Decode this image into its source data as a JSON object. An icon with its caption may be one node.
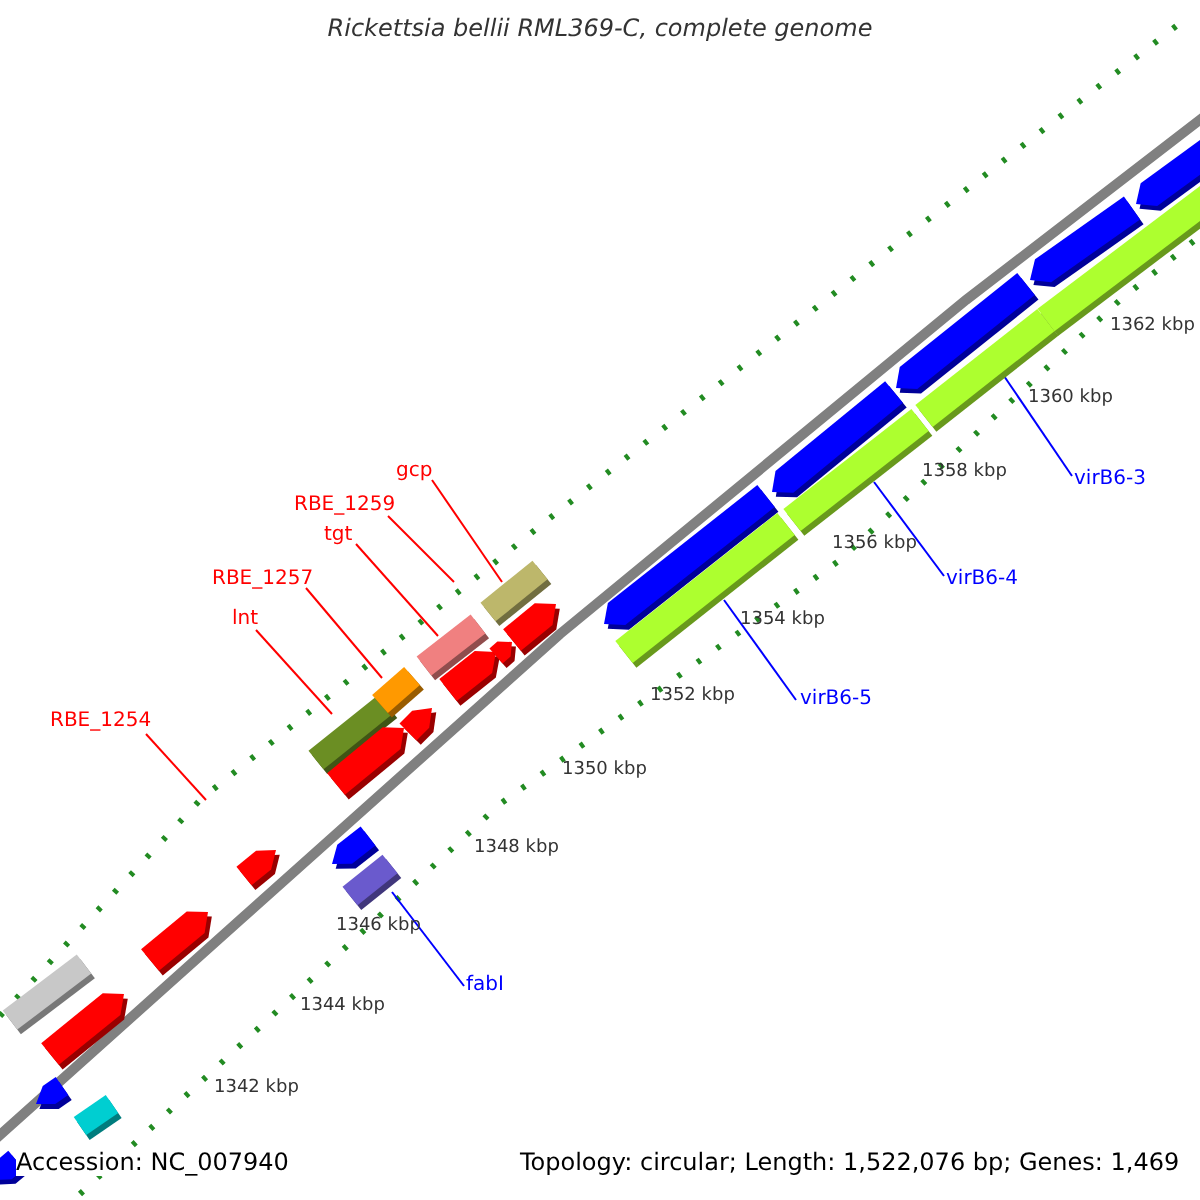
{
  "diagram": {
    "title": "Rickettsia bellii RML369-C, complete genome",
    "nodes": [
      {
        "text": [
          "RBE_1254"
        ]
      },
      {
        "text": [
          "lnt"
        ]
      },
      {
        "text": [
          "RBE_1257"
        ]
      },
      {
        "text": [
          "tgt"
        ]
      },
      {
        "text": [
          "RBE_1259"
        ]
      },
      {
        "text": [
          "gcp"
        ]
      },
      {
        "text": [
          "fabI"
        ]
      },
      {
        "text": [
          "virB6-5"
        ]
      },
      {
        "text": [
          "virB6-4"
        ]
      },
      {
        "text": [
          "virB6-3"
        ]
      },
      {
        "text": [],
        "shape": "pentagon"
      },
      {
        "text": [],
        "shape": "bar"
      },
      {
        "text": [],
        "shape": "pentagon"
      },
      {
        "text": [],
        "shape": "pentagon"
      },
      {
        "text": [],
        "shape": "bar"
      },
      {
        "text": [],
        "shape": "pentagon"
      },
      {
        "text": [],
        "shape": "pentagon"
      },
      {
        "text": [],
        "shape": "bar"
      },
      {
        "text": [],
        "shape": "pentagon"
      },
      {
        "text": [],
        "shape": "pentagon"
      },
      {
        "text": [],
        "shape": "bar"
      },
      {
        "text": [],
        "shape": "bar"
      },
      {
        "text": [],
        "shape": "pentagon"
      },
      {
        "text": [],
        "shape": "bar"
      },
      {
        "text": [],
        "shape": "pentagon"
      },
      {
        "text": [],
        "shape": "bar"
      },
      {
        "text": [],
        "shape": "pentagon"
      },
      {
        "text": [],
        "shape": "pentagon"
      },
      {
        "text": [],
        "shape": "pentagon"
      },
      {
        "text": [],
        "shape": "bar"
      },
      {
        "text": [],
        "shape": "pentagon"
      },
      {
        "text": [],
        "shape": "bar"
      },
      {
        "text": [],
        "shape": "pentagon"
      },
      {
        "text": [],
        "shape": "bar"
      },
      {
        "text": [],
        "shape": "pentagon"
      },
      {
        "text": [],
        "shape": "bar"
      },
      {
        "text": [],
        "shape": "pentagon"
      }
    ],
    "edges": [
      {
        "from": 0,
        "to": null,
        "arrow": "none"
      },
      {
        "from": 1,
        "to": 17,
        "arrow": "none"
      },
      {
        "from": 2,
        "to": 21,
        "arrow": "none"
      },
      {
        "from": 3,
        "to": 23,
        "arrow": "none"
      },
      {
        "from": 4,
        "to": null,
        "arrow": "none"
      },
      {
        "from": 5,
        "to": 25,
        "arrow": "none"
      },
      {
        "from": 6,
        "to": 20,
        "arrow": "none",
        "color": "#0000ff"
      },
      {
        "from": 7,
        "to": 29,
        "arrow": "none",
        "color": "#0000ff"
      },
      {
        "from": 8,
        "to": 31,
        "arrow": "none",
        "color": "#0000ff"
      },
      {
        "from": 9,
        "to": 33,
        "arrow": "none",
        "color": "#0000ff"
      }
    ],
    "labels": [
      "1362 kbp",
      "1360 kbp",
      "1358 kbp",
      "1356 kbp",
      "1354 kbp",
      "1352 kbp",
      "1350 kbp",
      "1348 kbp",
      "1346 kbp",
      "1344 kbp",
      "1342 kbp",
      "Accession: NC_007940",
      "Topology: circular; Length: 1,522,076 bp; Genes: 1,469"
    ]
  }
}
